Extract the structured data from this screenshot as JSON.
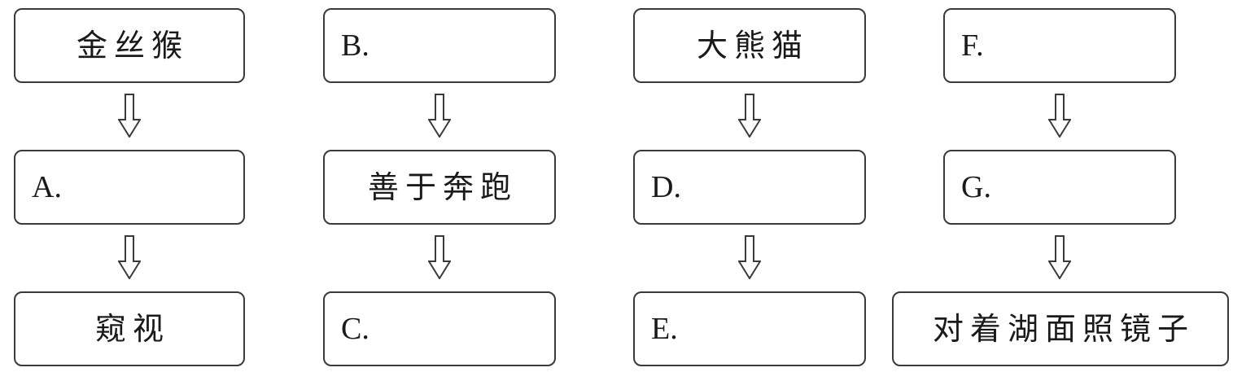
{
  "columns": [
    {
      "top": "金丝猴",
      "middle": "A.",
      "bottom": "窥视"
    },
    {
      "top": "B.",
      "middle": "善于奔跑",
      "bottom": "C."
    },
    {
      "top": "大熊猫",
      "middle": "D.",
      "bottom": "E."
    },
    {
      "top": "F.",
      "middle": "G.",
      "bottom": "对着湖面照镜子"
    }
  ],
  "colors": {
    "stroke": "#3a3a3a",
    "text": "#1a1a1a",
    "background": "#ffffff"
  }
}
